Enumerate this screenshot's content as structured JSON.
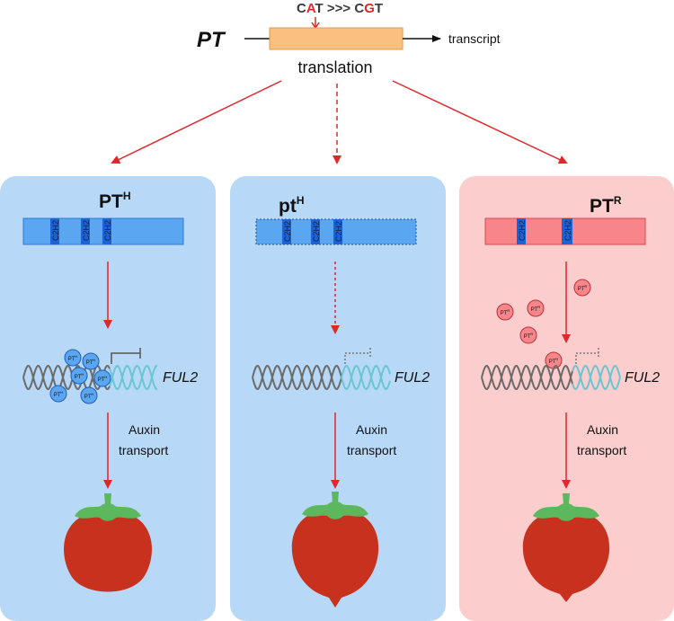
{
  "top": {
    "mutation": {
      "c1": "C",
      "a": "A",
      "t1": "T",
      "sep": " >>> ",
      "c2": "C",
      "g": "G",
      "t2": "T"
    },
    "gene_label": "PT",
    "transcript_label": "transcript",
    "translation_label": "translation"
  },
  "panels": [
    {
      "id": "pth",
      "title": "PT",
      "superscript": "H",
      "domains": [
        "C2H2",
        "C2H2",
        "C2H2"
      ],
      "gene_label": "FUL2",
      "arrow_label_line1": "Auxin",
      "arrow_label_line2": "transport",
      "protein_label": "PT",
      "protein_sup": "H"
    },
    {
      "id": "pth-weak",
      "title": "pt",
      "superscript": "H",
      "domains": [
        "C2H2",
        "C2H2",
        "C2H2"
      ],
      "gene_label": "FUL2",
      "arrow_label_line1": "Auxin",
      "arrow_label_line2": "transport"
    },
    {
      "id": "ptr",
      "title": "PT",
      "superscript": "R",
      "domains": [
        "C2H2",
        "C2H2"
      ],
      "gene_label": "FUL2",
      "arrow_label_line1": "Auxin",
      "arrow_label_line2": "transport",
      "protein_label": "PT",
      "protein_sup": "R"
    }
  ],
  "colors": {
    "panel_blue": "#b7d8f6",
    "panel_pink": "#fbcdcd",
    "protein_blue": "#5aa6f0",
    "protein_blue_dark": "#1a64d6",
    "protein_red": "#f7858a",
    "arrow_red": "#e3262b",
    "orange": "#fbbf80",
    "dna_gray": "#6b6b6b",
    "dna_cyan": "#6bc6d4",
    "tomato_red": "#c8311e",
    "tomato_leaf": "#5cb85c"
  }
}
